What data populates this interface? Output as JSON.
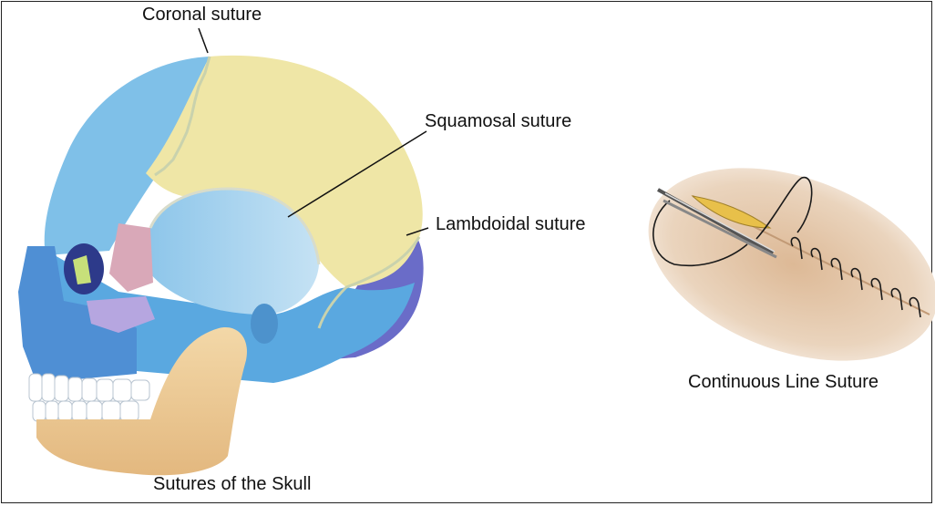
{
  "labels": {
    "coronal": "Coronal suture",
    "squamosal": "Squamosal suture",
    "lambdoidal": "Lambdoidal suture",
    "skull_caption": "Sutures of the Skull",
    "suture_caption": "Continuous Line Suture"
  }
}
